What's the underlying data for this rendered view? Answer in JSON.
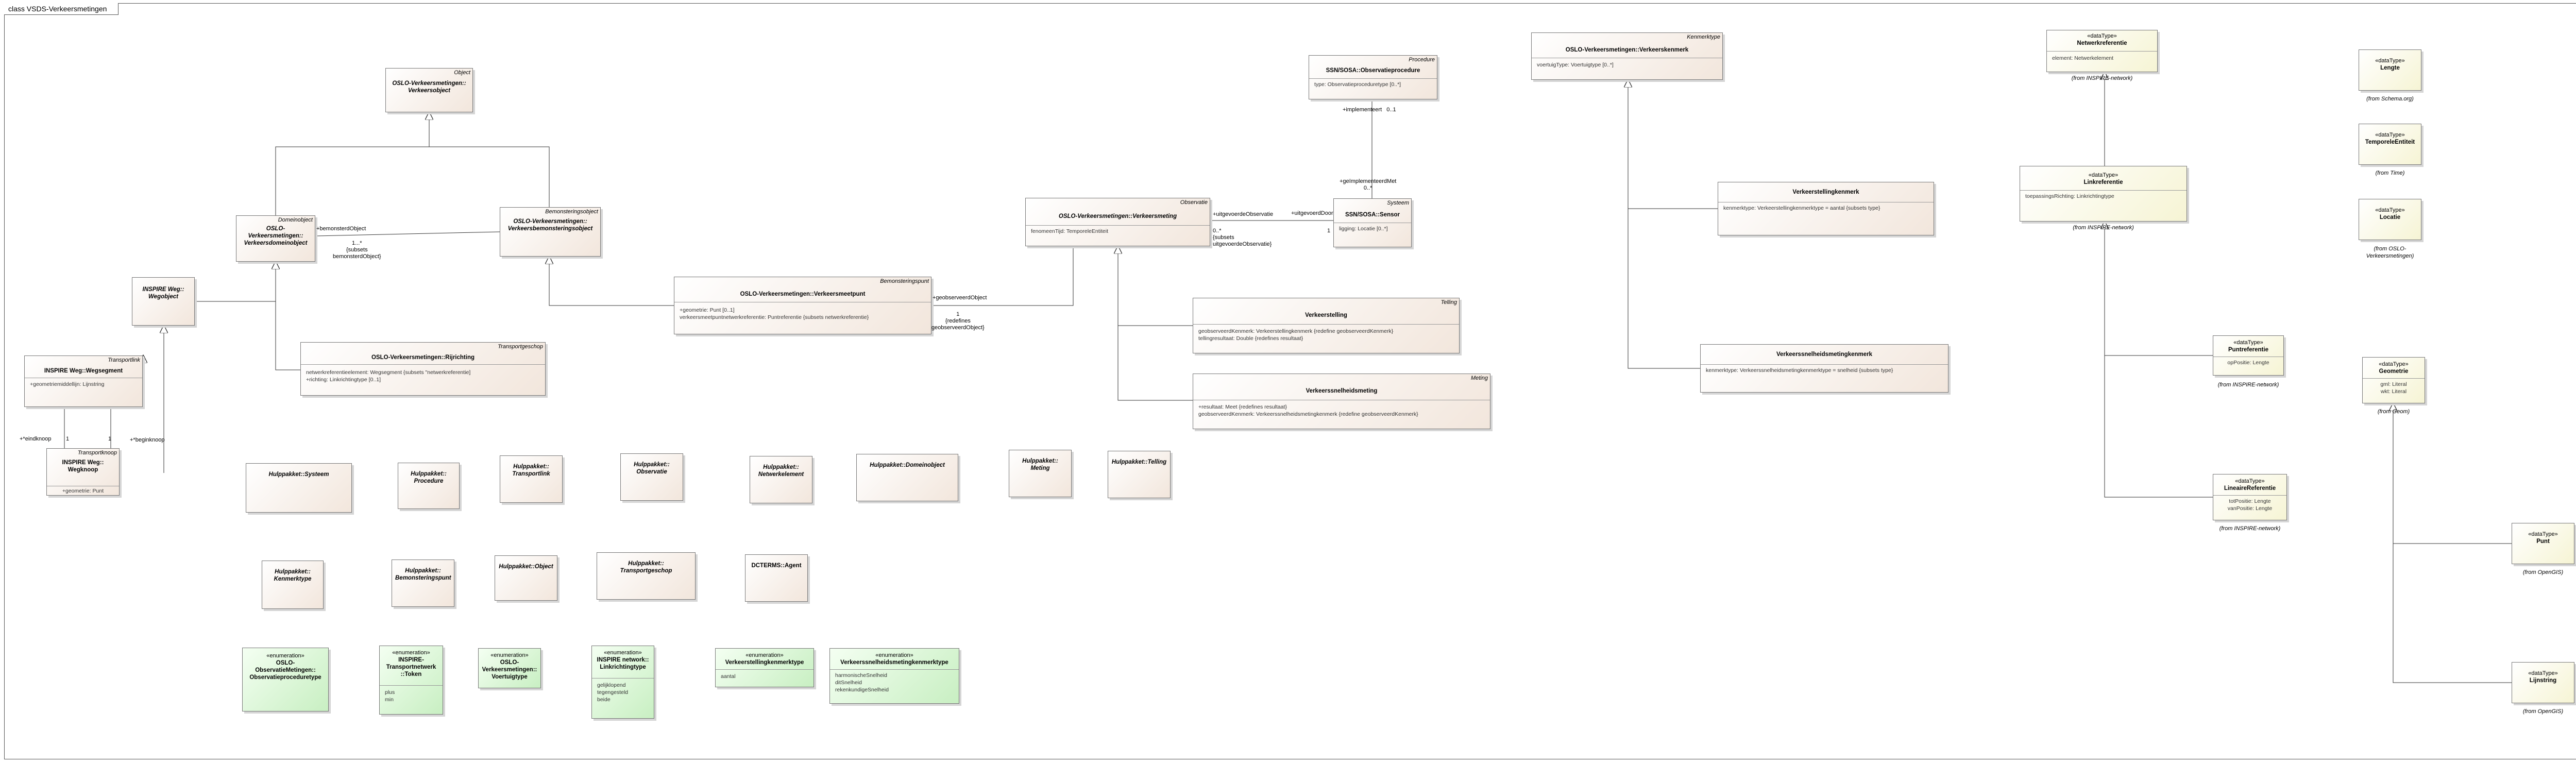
{
  "frame_title": "class VSDS-Verkeersmetingen",
  "classes": {
    "verkeersobject": {
      "stereo": "Object",
      "name": "OSLO-Verkeersmetingen::\nVerkeersobject"
    },
    "verkeersdomeinobject": {
      "stereo": "Domeinobject",
      "name": "OSLO-\nVerkeersmetingen::\nVerkeersdomeinobject"
    },
    "verkeersbemonsteringsobject": {
      "stereo": "Bemonsteringsobject",
      "name": "OSLO-Verkeersmetingen::\nVerkeersbemonsteringsobject"
    },
    "wegobject": {
      "name": "INSPIRE Weg::\nWegobject"
    },
    "wegsegment": {
      "stereo": "Transportlink",
      "name": "INSPIRE Weg::Wegsegment",
      "attrs": [
        "+geometriemiddellijn: Lijnstring"
      ]
    },
    "wegknoop": {
      "stereo": "Transportknoop",
      "name": "INSPIRE Weg::\nWegknoop",
      "attrs": [
        "+geometrie: Punt"
      ]
    },
    "rijrichting": {
      "stereo": "Transportgeschop",
      "name": "OSLO-Verkeersmetingen::Rijrichting",
      "attrs": [
        "netwerkreferentieelement: Wegsegment {subsets \"netwerkreferentie]",
        "+richting: Linkrichtingtype [0..1]"
      ]
    },
    "verkeersmeetpunt": {
      "stereo": "Bemonsteringspunt",
      "name": "OSLO-Verkeersmetingen::Verkeersmeetpunt",
      "attrs": [
        "+geometrie: Punt [0..1]",
        "verkeersmeetpuntnetwerkreferentie: Puntreferentie {subsets netwerkreferentie}"
      ]
    },
    "verkeersmeting": {
      "stereo": "Observatie",
      "name": "OSLO-Verkeersmetingen::Verkeersmeting",
      "attrs": [
        "fenomeenTijd: TemporeleEntiteit"
      ]
    },
    "observatieprocedure": {
      "stereo": "Procedure",
      "name": "SSN/SOSA::Observatieprocedure",
      "attrs": [
        "type: Observatieproceduretype [0..*]"
      ]
    },
    "sensor": {
      "stereo": "Systeem",
      "name": "SSN/SOSA::Sensor",
      "attrs": [
        "ligging: Locatie [0..*]"
      ]
    },
    "verkeerstelling": {
      "stereo": "Telling",
      "name": "Verkeerstelling",
      "attrs": [
        "geobserveerdKenmerk: Verkeerstellingkenmerk {redefine geobserveerdKenmerk}",
        "tellingresultaat: Double {redefines resultaat}"
      ]
    },
    "verkeerssnelheidsmeting": {
      "stereo": "Meting",
      "name": "Verkeerssnelheidsmeting",
      "attrs": [
        "+resultaat: Meet {redefines resultaat}",
        "geobserveerdKenmerk: Verkeerssnelheidsmetingkenmerk {redefine geobserveerdKenmerk}"
      ]
    },
    "verkeerskenmerk": {
      "stereo": "Kenmerktype",
      "name": "OSLO-Verkeersmetingen::Verkeerskenmerk",
      "attrs": [
        "voertuigType: Voertuigtype [0..*]"
      ]
    },
    "verkeerstellingkenmerk": {
      "name": "Verkeerstellingkenmerk",
      "attrs": [
        "kenmerktype: Verkeerstellingkenmerktype = aantal {subsets type}"
      ]
    },
    "verkeerssnelheidsmetingkenmerk": {
      "name": "Verkeerssnelheidsmetingkenmerk",
      "attrs": [
        "kenmerktype: Verkeerssnelheidsmetingkenmerktype = snelheid {subsets type}"
      ]
    },
    "netwerkreferentie": {
      "stereo": "«dataType»",
      "name": "Netwerkreferentie",
      "attrs": [
        "element: Netwerkelement"
      ],
      "from": "(from INSPIRE-network)"
    },
    "linkreferentie": {
      "stereo": "«dataType»",
      "name": "Linkreferentie",
      "attrs": [
        "toepassingsRichting: Linkrichtingtype"
      ],
      "from": "(from INSPIRE-network)"
    },
    "puntreferentie": {
      "stereo": "«dataType»",
      "name": "Puntreferentie",
      "attrs": [
        "opPositie: Lengte"
      ],
      "from": "(from INSPIRE-network)"
    },
    "lineairereferentie": {
      "stereo": "«dataType»",
      "name": "LineaireReferentie",
      "attrs": [
        "totPositie: Lengte",
        "vanPositie: Lengte"
      ],
      "from": "(from INSPIRE-network)"
    },
    "lengte": {
      "stereo": "«dataType»",
      "name": "Lengte",
      "from": "(from Schema.org)"
    },
    "temporeleentiteit": {
      "stereo": "«dataType»",
      "name": "TemporeleEntiteit",
      "from": "(from Time)"
    },
    "locatie": {
      "stereo": "«dataType»",
      "name": "Locatie",
      "from": "(from OSLO-\nVerkeersmetingen)"
    },
    "geometrie": {
      "stereo": "«dataType»",
      "name": "Geometrie",
      "attrs": [
        "gml: Literal",
        "wkt: Literal"
      ],
      "from": "(from Geom)"
    },
    "punt": {
      "stereo": "«dataType»",
      "name": "Punt",
      "from": "(from OpenGIS)"
    },
    "lijnstring": {
      "stereo": "«dataType»",
      "name": "Lijnstring",
      "from": "(from OpenGIS)"
    }
  },
  "packages": {
    "systeem": "Hulppakket::Systeem",
    "procedure": "Hulppakket::\nProcedure",
    "transportlink": "Hulppakket::\nTransportlink",
    "observatie": "Hulppakket::\nObservatie",
    "netwerkelement": "Hulppakket::\nNetwerkelement",
    "domeinobject": "Hulppakket::Domeinobject",
    "meting": "Hulppakket::\nMeting",
    "telling": "Hulppakket::Telling",
    "kenmerktype": "Hulppakket::\nKenmerktype",
    "bemonsteringspunt": "Hulppakket::\nBemonsteringspunt",
    "object": "Hulppakket::Object",
    "transportgeschop": "Hulppakket::\nTransportgeschop",
    "agent": "DCTERMS::Agent"
  },
  "enums": {
    "observatieproceduretype": {
      "stereo": "«enumeration»",
      "name": "OSLO-\nObservatieMetingen::\nObservatieproceduretype"
    },
    "token": {
      "stereo": "«enumeration»",
      "name": "INSPIRE-\nTransportnetwerk\n::Token",
      "values": [
        "plus",
        "min"
      ]
    },
    "voertuigtype": {
      "stereo": "«enumeration»",
      "name": "OSLO-\nVerkeersmetingen::\nVoertuigtype"
    },
    "linkrichtingtype": {
      "stereo": "«enumeration»",
      "name": "INSPIRE network::\nLinkrichtingtype",
      "values": [
        "gelijklopend",
        "tegengesteld",
        "beide"
      ]
    },
    "verkeerstellingkenmerktype": {
      "stereo": "«enumeration»",
      "name": "Verkeerstellingkenmerktype",
      "values": [
        "aantal"
      ]
    },
    "verkeerssnelheidsmetingkenmerktype": {
      "stereo": "«enumeration»",
      "name": "Verkeerssnelheidsmetingkenmerktype",
      "values": [
        "harmonischeSnelheid",
        "ditSnelheid",
        "rekenkundigeSnelheid"
      ]
    }
  },
  "labels": {
    "bemonsterd_object": "+bemonsterdObject",
    "subsets_bemonsterd": "1...*\n{subsets\nbemonsterdObject}",
    "eindknoop": "+*eindknoop",
    "one_a": "1",
    "one_b": "1",
    "beginknoop": "+*beginknoop",
    "geobserveerd_object_a": "+geobserveerdObject",
    "geobserveerd_object_b": "1\n{redefines\ngeobserveerdObject}",
    "uitgevoerde_observatie": "+uitgevoerdeObservatie",
    "uitgevoerd_door": "+uitgevoerdDoor",
    "mult_left": "0..*\n{subsets\nuitgevoerdeObservatie}",
    "mult_one": "1",
    "implementeert": "+implementeert   0..1",
    "geimplementeerd": "+geïmplementeerdMet\n0..*"
  },
  "colors": {
    "class_fill": "#f2e6dc",
    "datatype_fill": "#f6f4d4",
    "enum_fill": "#c8efc2",
    "line": "#333333"
  }
}
